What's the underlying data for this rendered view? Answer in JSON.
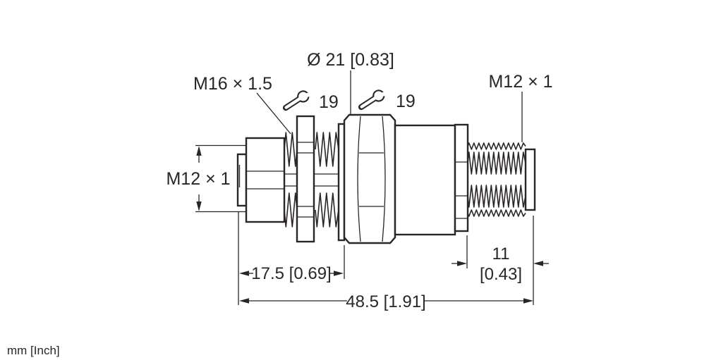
{
  "canvas": {
    "background": "#ffffff",
    "line_color": "#2a2526"
  },
  "footer": {
    "units_note": "mm [Inch]"
  },
  "labels": {
    "adapter_thread": "M16 × 1.5",
    "housing_diameter": "Ø 21 [0.83]",
    "male_thread": "M12 × 1",
    "female_thread": "M12 × 1",
    "wrench_left": {
      "icon": "wrench-icon",
      "size": "19"
    },
    "wrench_right": {
      "icon": "wrench-icon",
      "size": "19"
    }
  },
  "dimensions": {
    "female_section_length": "17.5 [0.69]",
    "overall_length": "48.5 [1.91]",
    "male_thread_length": "11",
    "male_thread_length_inch": "[0.43]"
  }
}
